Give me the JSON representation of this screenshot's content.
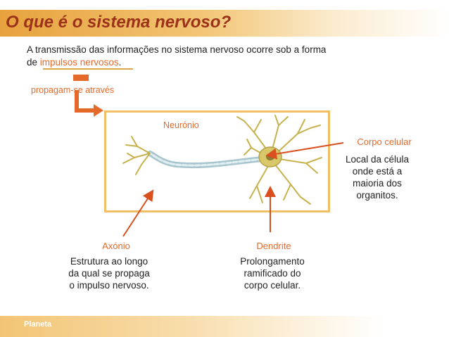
{
  "title": "O que é o sistema nervoso?",
  "intro": {
    "line1": "A transmissão das informações no sistema nervoso ocorre sob a forma",
    "line2_prefix": "de ",
    "line2_highlight": "impulsos nervosos",
    "line2_suffix": "."
  },
  "propagation_label": "propagam-se através",
  "neuron_label": "Neurónio",
  "parts": {
    "cell_body": {
      "label": "Corpo celular",
      "desc_lines": [
        "Local da célula",
        "onde está a",
        "maioria dos",
        "organitos."
      ]
    },
    "axon": {
      "label": "Axónio",
      "desc_lines": [
        "Estrutura ao longo",
        "da qual se propaga",
        "o impulso nervoso."
      ]
    },
    "dendrite": {
      "label": "Dendrite",
      "desc_lines": [
        "Prolongamento",
        "ramificado do",
        "corpo celular."
      ]
    }
  },
  "footer": "Planeta",
  "colors": {
    "title": "#9b3219",
    "accent": "#e6692c",
    "arrow": "#d94f1e",
    "frame": "#f2be66"
  },
  "icons": [
    "bent-arrow-icon"
  ]
}
